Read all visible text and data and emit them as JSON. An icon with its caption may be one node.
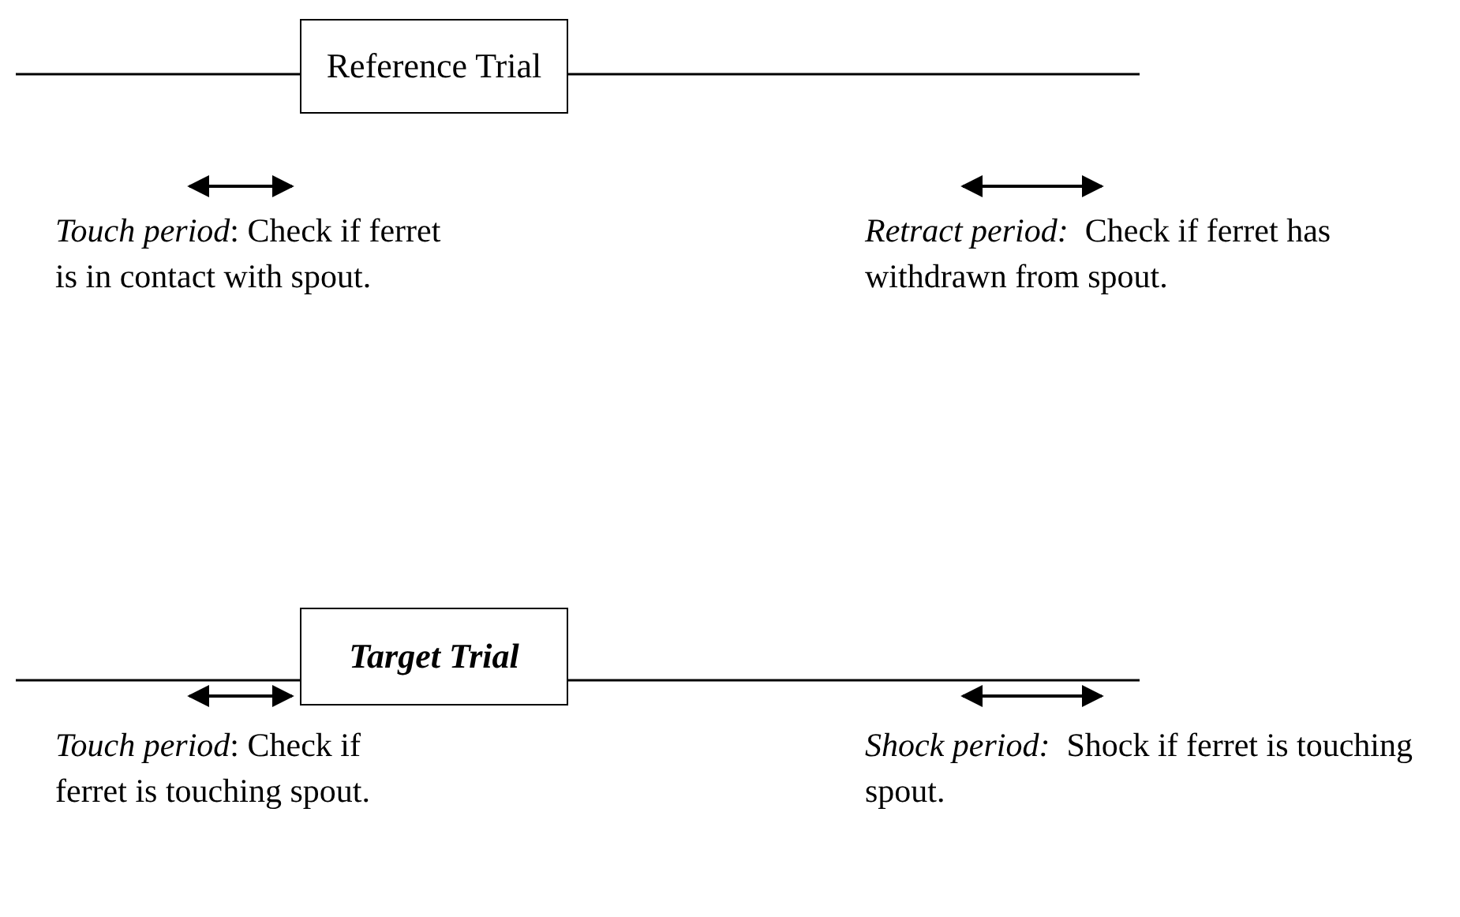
{
  "diagram": {
    "nodes": [
      {
        "text": [
          "Reference Trial"
        ]
      },
      {
        "text": [
          "Target Trial"
        ]
      }
    ],
    "labels": [
      "*Touch period*: Check if ferret is in contact with spout.",
      "*Retract period:*  Check if ferret has withdrawn from spout.",
      "*Touch period*: Check if ferret is touching spout.",
      "*Shock period:*  Shock if ferret is touching spout."
    ]
  }
}
